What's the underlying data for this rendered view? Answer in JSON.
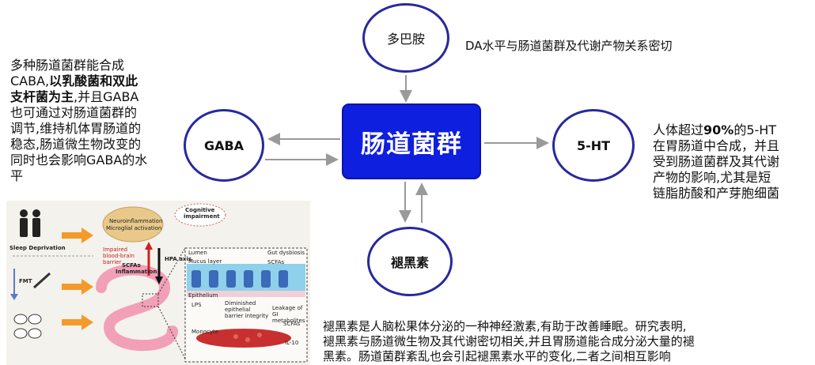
{
  "nodes": {
    "center": "肠道菌群",
    "dopamine": "多巴胺",
    "gaba": "GABA",
    "serotonin": "5-HT",
    "melatonin": "褪黑素"
  },
  "texts": {
    "dopamine_note": "DA水平与肠道菌群及代谢产物关系密切",
    "gaba_note_1": "多种肠道菌群能合成",
    "gaba_note_2a": "CABA,",
    "gaba_note_2b": "以乳酸菌和双此",
    "gaba_note_3a": "支杆菌为主",
    "gaba_note_3b": ",并且GABA",
    "gaba_note_4": "也可通过对肠道菌群的",
    "gaba_note_5": "调节,维持机体胃肠道的",
    "gaba_note_6": "稳态,肠道微生物改变的",
    "gaba_note_7": "同时也会影响GABA的水",
    "gaba_note_8": "平",
    "serotonin_note_1a": "人体超过",
    "serotonin_note_1b": "90%",
    "serotonin_note_1c": "的5-HT",
    "serotonin_note_2": "在胃肠道中合成，并且",
    "serotonin_note_3": "受到肠道菌群及其代谢",
    "serotonin_note_4": "产物的影响,尤其是短",
    "serotonin_note_5": "链脂肪酸和产芽胞细菌",
    "melatonin_note_1": "褪黑素是人脑松果体分泌的一种神经激素,有助于改善睡眠。研究表明,",
    "melatonin_note_2": "褪黑素与肠道微生物及其代谢密切相关,并且胃肠道能合成分泌大量的褪",
    "melatonin_note_3": "黑素。肠道菌群紊乱也会引起褪黑素水平的变化,二者之间相互影响"
  },
  "figure": {
    "sleep_deprivation": "Sleep Deprivation",
    "fmt": "FMT",
    "cognitive": "Cognitive",
    "impairment": "impairment",
    "neuroinflammation": "Neuroinflammation",
    "microglial": "Microglial  activation",
    "impaired_bbb": "Impaired blood-brain barrier",
    "scfas": "SCFAs",
    "inflammation": "Inflammation",
    "hpa_axis": "HPA axis",
    "lumen": "Lumen",
    "gut_dysbiosis": "Gut dysbiosis",
    "mucus_layer": "Mucus layer",
    "scfas_2": "SCFAs",
    "epithelium": "Epithelium",
    "lps": "LPS",
    "diminished_barrier": "Diminished epithelial barrier integrity",
    "leakage": "Leakage of GI metabolites",
    "scfas_3": "SCFAs",
    "monocyte": "Monocyte",
    "il10": "IL-10"
  }
}
